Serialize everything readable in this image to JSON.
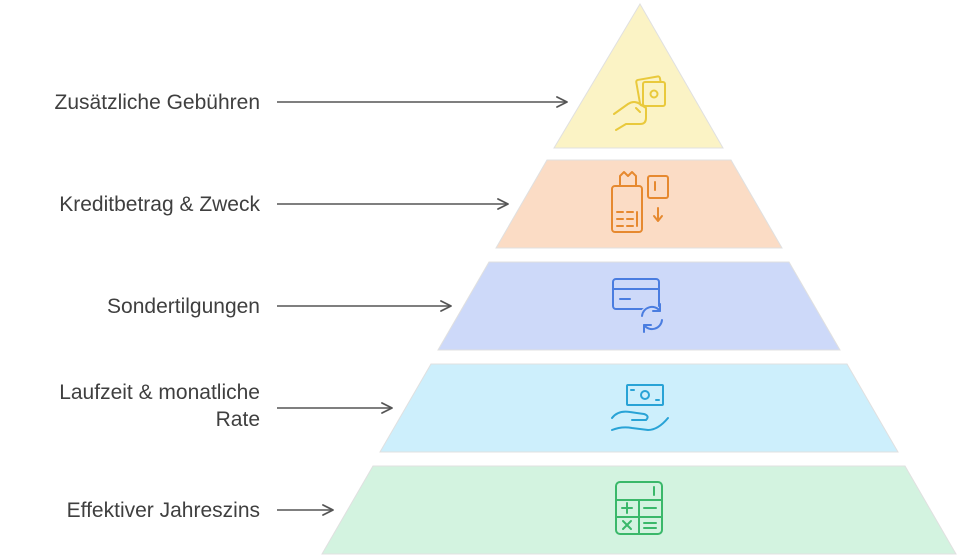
{
  "pyramid": {
    "levels": [
      {
        "label": "Zusätzliche Gebühren",
        "icon": "hand-holding-money-icon",
        "fill": "#fbf3c5",
        "stroke": "#e9c93c"
      },
      {
        "label": "Kreditbetrag & Zweck",
        "icon": "payment-terminal-card-icon",
        "fill": "#fbdcc5",
        "stroke": "#e6892f"
      },
      {
        "label": "Sondertilgungen",
        "icon": "card-refresh-icon",
        "fill": "#cdd9f9",
        "stroke": "#4a7de0"
      },
      {
        "label": "Laufzeit & monatliche Rate",
        "label_lines": [
          "Laufzeit & monatliche",
          "Rate"
        ],
        "icon": "hand-banknote-icon",
        "fill": "#cdeffc",
        "stroke": "#29a3d6"
      },
      {
        "label": "Effektiver Jahreszins",
        "icon": "calculator-icon",
        "fill": "#d3f3e0",
        "stroke": "#3ab86a"
      }
    ]
  }
}
